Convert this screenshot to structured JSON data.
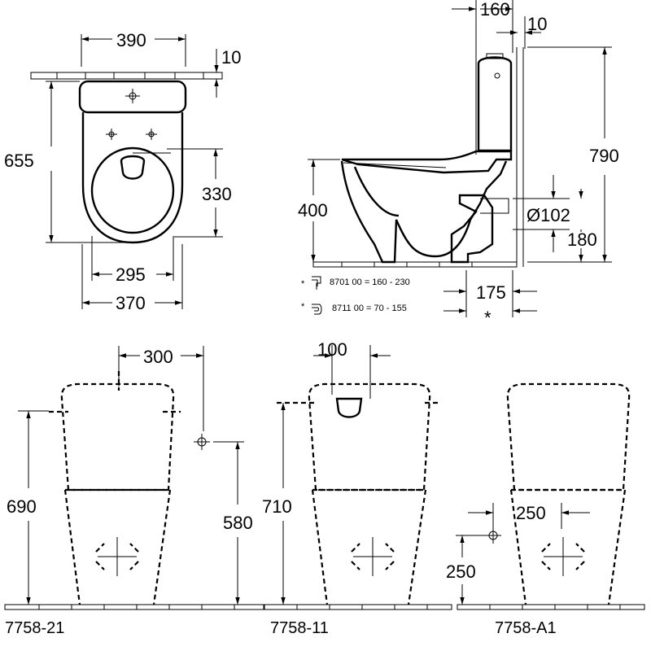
{
  "top_view": {
    "dim_width": "390",
    "dim_wall_gap": "10",
    "dim_depth": "655",
    "dim_bowl": "330",
    "dim_seat": "295",
    "dim_base": "370"
  },
  "side_view": {
    "dim_cistern_top": "160",
    "dim_cistern_gap": "10",
    "dim_total_height": "790",
    "dim_seat_height": "400",
    "dim_outlet_diameter": "Ø102",
    "dim_outlet_height": "180",
    "dim_outlet_distance": "175",
    "asterisk": "*",
    "note_1_star": "*",
    "note_1": "8701 00 = 160 - 230",
    "note_2_star": "*",
    "note_2": "8711 00 = 70 -  155"
  },
  "front_views": [
    {
      "model": "7758-21",
      "dim_offset": "300",
      "dim_height": "690",
      "dim_inlet": "580"
    },
    {
      "model": "7758-11",
      "dim_offset": "100",
      "dim_height": "710"
    },
    {
      "model": "7758-A1",
      "dim_offset": "250",
      "dim_inlet": "250"
    }
  ]
}
